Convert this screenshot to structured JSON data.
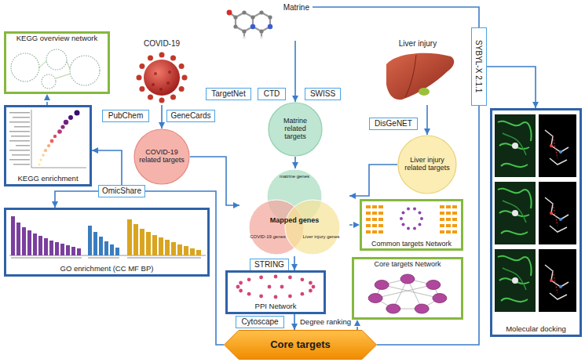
{
  "diagram": {
    "nodes": [
      {
        "text": [
          "Matrine"
        ]
      },
      {
        "text": [
          "SYBYL-X 2.1.1"
        ]
      },
      {
        "text": [
          "COVID-19"
        ]
      },
      {
        "text": [
          "Liver injury"
        ]
      },
      {
        "text": [
          "KEGG overview network"
        ]
      },
      {
        "text": [
          "TargetNet"
        ]
      },
      {
        "text": [
          "CTD"
        ]
      },
      {
        "text": [
          "SWISS"
        ]
      },
      {
        "text": [
          "PubChem"
        ]
      },
      {
        "text": [
          "GeneCards"
        ]
      },
      {
        "text": [
          "KEGG enrichment"
        ]
      },
      {
        "text": [
          "Matrine related targets"
        ]
      },
      {
        "text": [
          "DisGeNET"
        ]
      },
      {
        "text": [
          "COVID-19 related targets"
        ]
      },
      {
        "text": [
          "Liver injury related targets"
        ]
      },
      {
        "text": [
          "Molecular docking"
        ]
      },
      {
        "text": [
          "Mapped genes"
        ]
      },
      {
        "text": [
          "Common targets Network"
        ]
      },
      {
        "text": [
          "OmicShare"
        ]
      },
      {
        "text": [
          "GO enrichment (CC MF BP)"
        ]
      },
      {
        "text": [
          "Core targets Network"
        ]
      },
      {
        "text": [
          "STRING"
        ]
      },
      {
        "text": [
          "PPI Network"
        ]
      },
      {
        "text": [
          "Cytoscape"
        ]
      },
      {
        "text": [
          "Core targets"
        ]
      }
    ],
    "edges": [
      {
        "from": 2,
        "to": 13,
        "arrow": "to"
      },
      {
        "from": 0,
        "to": 11,
        "arrow": "to"
      },
      {
        "from": 3,
        "to": 14,
        "arrow": "to"
      },
      {
        "from": 13,
        "to": 16,
        "arrow": "to"
      },
      {
        "from": 11,
        "to": 16,
        "arrow": "to"
      },
      {
        "from": 14,
        "to": 16,
        "arrow": "to"
      },
      {
        "from": 16,
        "to": 17,
        "arrow": "to"
      },
      {
        "from": 16,
        "to": 22,
        "arrow": "to"
      },
      {
        "from": 22,
        "to": 24,
        "arrow": "to"
      },
      {
        "from": 24,
        "to": 20,
        "arrow": "to"
      },
      {
        "from": 24,
        "to": 18,
        "arrow": "none"
      },
      {
        "from": 18,
        "to": 10,
        "arrow": "to"
      },
      {
        "from": 18,
        "to": 19,
        "arrow": "to"
      },
      {
        "from": 10,
        "to": 4,
        "arrow": "to"
      },
      {
        "from": 0,
        "to": 1,
        "arrow": "none"
      },
      {
        "from": 24,
        "to": 1,
        "arrow": "none"
      },
      {
        "from": 1,
        "to": 15,
        "arrow": "to"
      }
    ],
    "labels": [
      "matrine genes",
      "COVID-19 genes",
      "Liver injury genes",
      "Degree ranking"
    ]
  }
}
